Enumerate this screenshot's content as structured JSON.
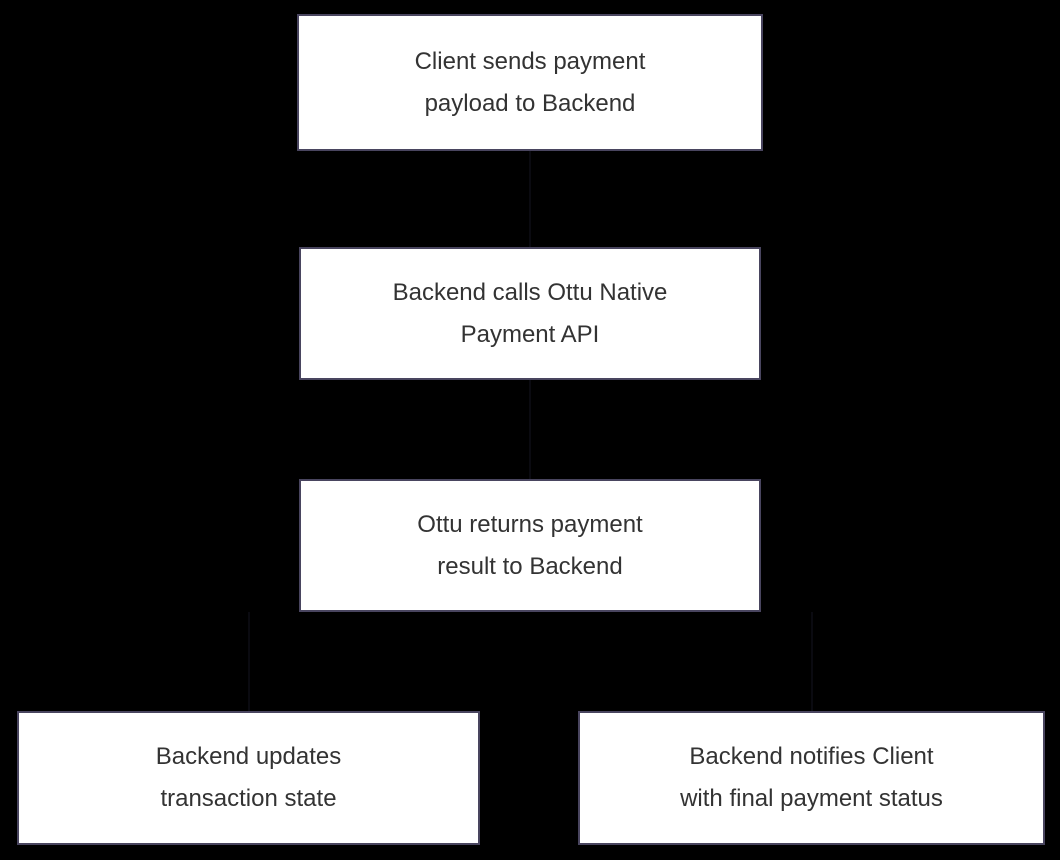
{
  "diagram": {
    "type": "flowchart",
    "background_color": "#000000",
    "node_fill": "#ffffff",
    "node_border_color": "#49455f",
    "node_text_color": "#333333",
    "nodes": [
      {
        "id": "client-sends-payload",
        "label": "Client sends payment\npayload to Backend"
      },
      {
        "id": "backend-calls-ottu-api",
        "label": "Backend calls Ottu Native\nPayment API"
      },
      {
        "id": "ottu-returns-result",
        "label": "Ottu returns payment\nresult to Backend"
      },
      {
        "id": "backend-updates-transaction",
        "label": "Backend updates\ntransaction state"
      },
      {
        "id": "backend-notifies-client",
        "label": "Backend notifies Client\nwith final payment status"
      }
    ]
  }
}
